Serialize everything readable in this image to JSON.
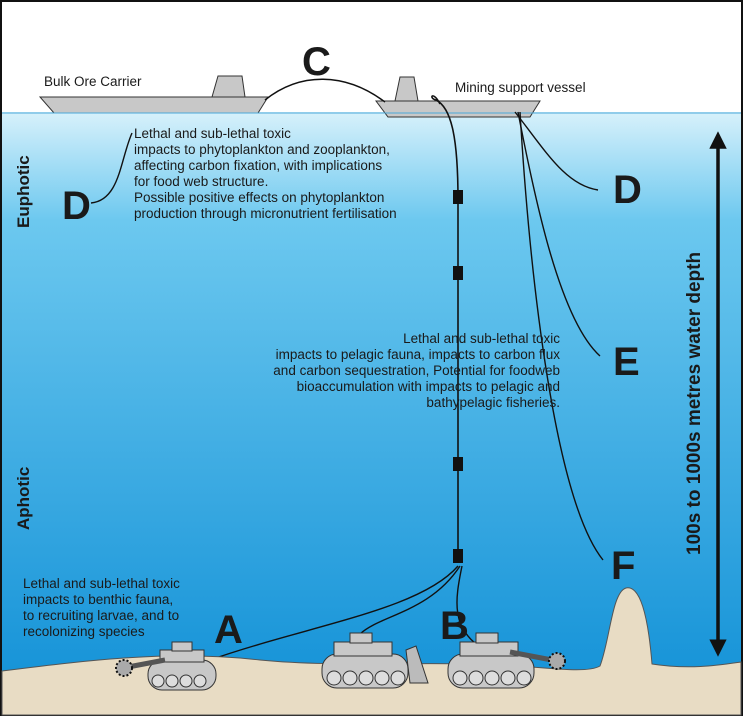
{
  "labels": {
    "bulk_ore_carrier": "Bulk Ore Carrier",
    "mining_support_vessel": "Mining support vessel",
    "zone_euphotic": "Euphotic",
    "zone_aphotic": "Aphotic",
    "depth": "100s to 1000s metres water depth"
  },
  "markers": {
    "c": "C",
    "d_left": "D",
    "d_right": "D",
    "e": "E",
    "f": "F",
    "a": "A",
    "b": "B"
  },
  "impacts": {
    "euphotic": "Lethal and sub-lethal toxic\nimpacts to phytoplankton and zooplankton,\naffecting carbon fixation, with implications\nfor food web structure.\nPossible positive effects on phytoplankton\nproduction through micronutrient fertilisation",
    "pelagic": "Lethal and sub-lethal toxic\nimpacts to pelagic fauna, impacts to carbon flux\nand carbon sequestration, Potential for foodweb\nbioaccumulation with impacts to pelagic and\nbathypelagic fisheries.",
    "benthic": "Lethal and sub-lethal toxic\nimpacts to benthic fauna,\nto recruiting larvae, and to\nrecolonizing species"
  },
  "colors": {
    "sea_top": "#d7f1fb",
    "sea_bottom": "#0f8fd6",
    "seabed": "#e8dcc4",
    "vessel": "#c8c8c8",
    "outline": "#1a1a1a"
  }
}
